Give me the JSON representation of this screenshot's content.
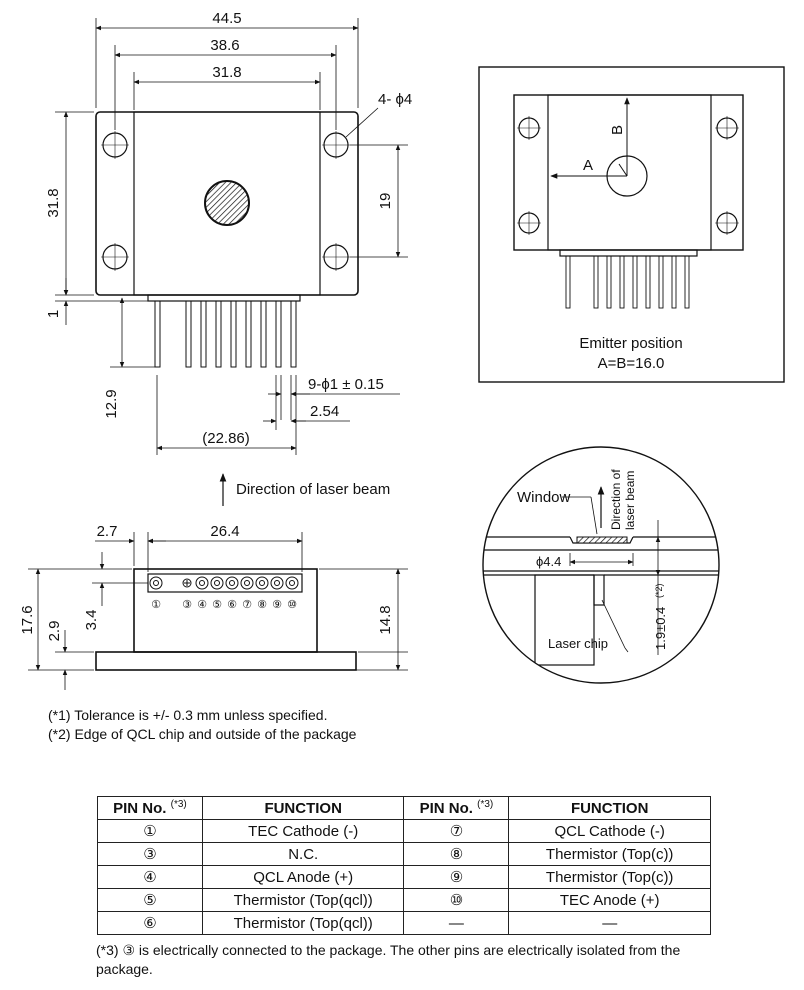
{
  "top_view": {
    "dim_width_total": "44.5",
    "dim_width_holes": "38.6",
    "dim_width_body": "31.8",
    "dim_height": "31.8",
    "dim_hole_pitch": "19",
    "dim_holes_label": "4- ϕ4",
    "dim_one": "1",
    "dim_pin_length": "12.9",
    "dim_pin_dia": "9-ϕ1 ± 0.15",
    "dim_pin_pitch": "2.54",
    "dim_pin_span": "(22.86)"
  },
  "beam_label": "Direction of laser beam",
  "side_view": {
    "dim_left": "2.7",
    "dim_pins_width": "26.4",
    "dim_total_height": "17.6",
    "dim_base": "2.9",
    "dim_pin_row": "3.4",
    "dim_body_height": "14.8",
    "pin_labels": [
      "①",
      "③",
      "④",
      "⑤",
      "⑥",
      "⑦",
      "⑧",
      "⑨",
      "⑩"
    ]
  },
  "emitter_box": {
    "label_a": "A",
    "label_b": "B",
    "caption_line1": "Emitter position",
    "caption_line2": "A=B=16.0"
  },
  "detail": {
    "window_label": "Window",
    "direction_line1": "Direction of",
    "direction_line2": "laser beam",
    "dim_window": "ϕ4.4",
    "dim_offset": "1.9±0.4",
    "dim_offset_note": "(*2)",
    "chip_label": "Laser chip"
  },
  "notes": [
    "(*1) Tolerance is +/- 0.3 mm unless specified.",
    "(*2) Edge of QCL chip and outside of the package"
  ],
  "table": {
    "header_pin": "PIN No.",
    "header_pin_note": "(*3)",
    "header_function": "FUNCTION",
    "rows": [
      {
        "pin_l": "①",
        "fn_l": "TEC Cathode (-)",
        "pin_r": "⑦",
        "fn_r": "QCL Cathode (-)"
      },
      {
        "pin_l": "③",
        "fn_l": "N.C.",
        "pin_r": "⑧",
        "fn_r": "Thermistor (Top(c))"
      },
      {
        "pin_l": "④",
        "fn_l": "QCL Anode (+)",
        "pin_r": "⑨",
        "fn_r": "Thermistor (Top(c))"
      },
      {
        "pin_l": "⑤",
        "fn_l": "Thermistor (Top(qcl))",
        "pin_r": "⑩",
        "fn_r": "TEC Anode (+)"
      },
      {
        "pin_l": "⑥",
        "fn_l": "Thermistor (Top(qcl))",
        "pin_r": "—",
        "fn_r": "—"
      }
    ]
  },
  "footnote3": "(*3) ③ is electrically connected to the package. The other pins are electrically isolated from the package."
}
